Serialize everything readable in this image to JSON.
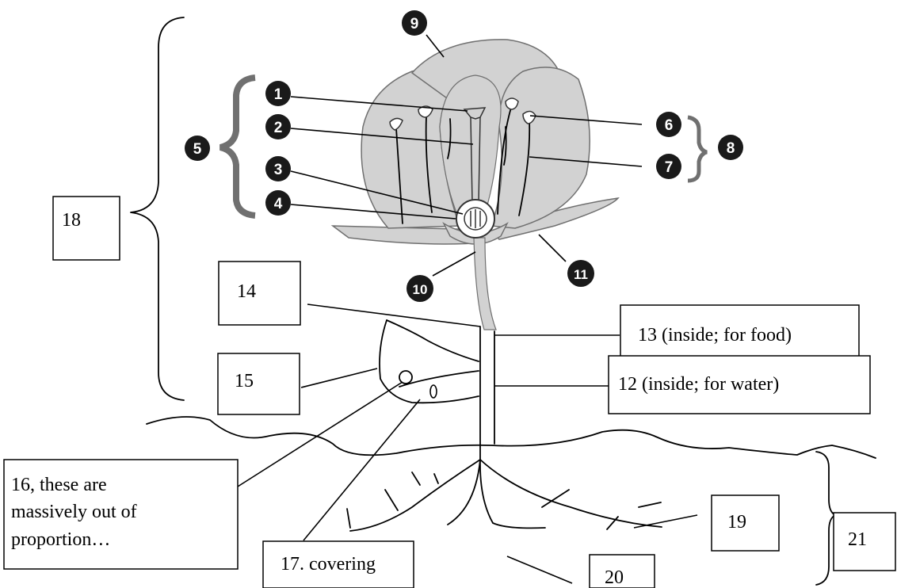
{
  "colors": {
    "petal_fill": "#d2d2d2",
    "petal_stroke": "#707070",
    "bracket_gray": "#707070",
    "badge": "#1a1a1a",
    "line": "#000000"
  },
  "numbered_badges": {
    "b1": "1",
    "b2": "2",
    "b3": "3",
    "b4": "4",
    "b5": "5",
    "b6": "6",
    "b7": "7",
    "b8": "8",
    "b9": "9",
    "b10": "10",
    "b11": "11"
  },
  "label_boxes": {
    "box12": "12 (inside; for water)",
    "box13": "13 (inside; for food)",
    "box14": "14",
    "box15": "15",
    "box16_line1": "16, these are",
    "box16_line2": "massively out of",
    "box16_line3": "proportion…",
    "box17": "17. covering",
    "box18": "18",
    "box19": "19",
    "box20": "20",
    "box21": "21"
  }
}
